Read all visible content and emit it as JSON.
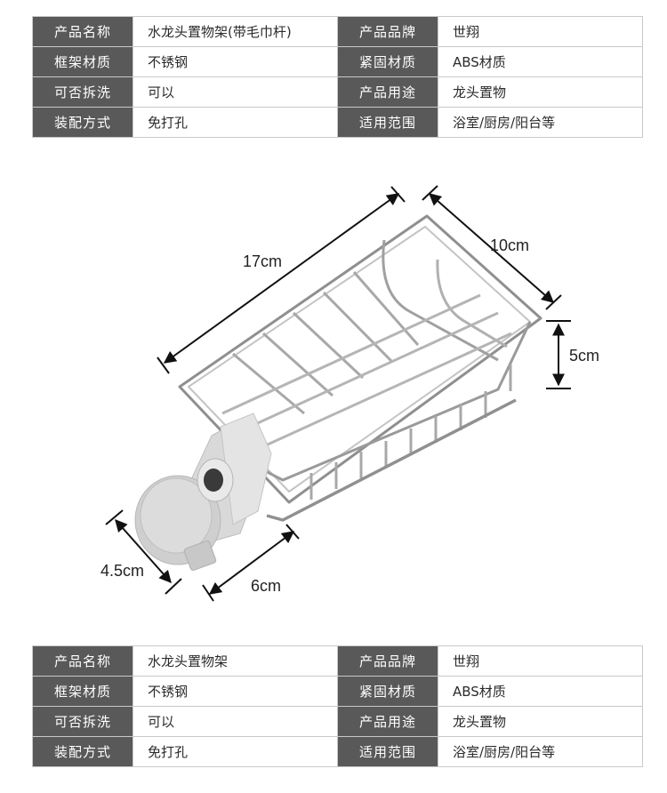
{
  "spec_top": {
    "rows": [
      {
        "k1": "产品名称",
        "v1": "水龙头置物架(带毛巾杆)",
        "k2": "产品品牌",
        "v2": "世翔"
      },
      {
        "k1": "框架材质",
        "v1": "不锈钢",
        "k2": "紧固材质",
        "v2": "ABS材质"
      },
      {
        "k1": "可否拆洗",
        "v1": "可以",
        "k2": "产品用途",
        "v2": "龙头置物"
      },
      {
        "k1": "装配方式",
        "v1": "免打孔",
        "k2": "适用范围",
        "v2": "浴室/厨房/阳台等"
      }
    ]
  },
  "dimensions": {
    "length": "17cm",
    "width": "10cm",
    "height": "5cm",
    "clamp_diameter": "4.5cm",
    "clamp_length": "6cm"
  },
  "spec_bottom": {
    "rows": [
      {
        "k1": "产品名称",
        "v1": "水龙头置物架",
        "k2": "产品品牌",
        "v2": "世翔"
      },
      {
        "k1": "框架材质",
        "v1": "不锈钢",
        "k2": "紧固材质",
        "v2": "ABS材质"
      },
      {
        "k1": "可否拆洗",
        "v1": "可以",
        "k2": "产品用途",
        "v2": "龙头置物"
      },
      {
        "k1": "装配方式",
        "v1": "免打孔",
        "k2": "适用范围",
        "v2": "浴室/厨房/阳台等"
      }
    ]
  },
  "colors": {
    "header_cell": "#595959",
    "border": "#c9c9c9",
    "wire": "#9a9a9a",
    "clamp": "#cfcfcf"
  }
}
